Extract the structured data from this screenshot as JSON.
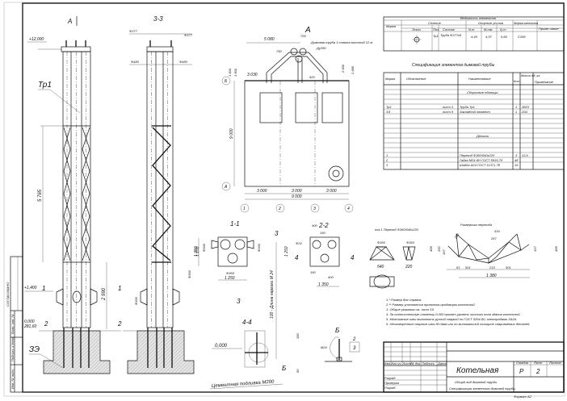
{
  "tower_a": {
    "view_label": "А",
    "elev_top": "+12,000",
    "pipe_mark": "Тр1",
    "dim_truss": "5 765",
    "dim_lower": "2 990",
    "elev_mid": "+1,400",
    "elev_zero": "0,000",
    "elev_abs": "281,60",
    "embed_mark": "ЗЭ",
    "sec1": "1",
    "sec2": "2"
  },
  "tower_33": {
    "view_label": "3-3",
    "d_top_l": "Ф377",
    "d_top_r": "Ф377",
    "d_out_l": "Ф480",
    "d_out_r": "Ф480",
    "d_mid_l": "Ф360",
    "d_mid_r": "Ф360",
    "dim_1250": "1 250"
  },
  "plan": {
    "view_label": "А",
    "dim_5080": "5 080",
    "dim_700": "700",
    "caption": "Дымовая труба 3 ствола высотой 12 м",
    "du": "Ду350",
    "dim_1600": "1 600",
    "dim_1500": "1 500",
    "dim_3030": "3 030",
    "dim_920": "920",
    "dim_2000": "2 000",
    "dim_2680": "2 680",
    "dim_9000v": "9 000",
    "dim_bays": [
      "3 000",
      "3 000",
      "3 000"
    ],
    "dim_9000h": "9 000",
    "axes": [
      "1",
      "2",
      "3",
      "4"
    ],
    "rows": [
      "А",
      "Б"
    ],
    "r_label": "750"
  },
  "section_11": {
    "title": "1-1",
    "d1": "Ф360",
    "d2": "Ф360",
    "d3": "Ф360",
    "w": "1 250",
    "h": "1 250",
    "cut": "3"
  },
  "section_22": {
    "title": "2-2",
    "dim_400": "400",
    "dim_150": "150",
    "bolt": "Ф24",
    "h": "1 250",
    "cut": "4",
    "dim_150b": "150",
    "dim_400b": "400",
    "w": "1 350"
  },
  "section_44": {
    "title": "4-4",
    "elev": "0,000",
    "thread": "100 - Длина нарезки М 24",
    "dim_150": "150",
    "dim_50": "50",
    "detail": "Б",
    "grout": "Цементная подливка М200"
  },
  "detail_b": {
    "title": "Б",
    "bolt": "М24",
    "pos_top": "2",
    "pos_bottom": "3"
  },
  "transition": {
    "title": "поз.1 Переход Ф360/540х220",
    "d1": "Ф360",
    "d2": "Ф360",
    "w1": "540",
    "w2": "220"
  },
  "unfold": {
    "title": "Развертка перехода",
    "top": "516",
    "inner": "267",
    "h_left": "458",
    "h_right": "458",
    "h_mid": "337",
    "a": "252",
    "b": "197",
    "c": "286",
    "dims": [
      "81",
      "501",
      "215",
      "501"
    ],
    "total": "1 380"
  },
  "vedomost": {
    "title": "Ведомость элементов",
    "headers": {
      "mark": "Марка",
      "section": "Сечение",
      "sketch": "Эскиз",
      "pos": "Поз.",
      "comp": "Состав",
      "forces": "Опорные усилия",
      "n": "N,т",
      "m": "M,тм",
      "q": "Q,т",
      "steel": "Марка металла",
      "note": "Приме-чание"
    },
    "row": {
      "pos": "Тр1",
      "comp": "Труба Ф377х8",
      "n": "4,45",
      "m": "4,57",
      "q": "0,65",
      "steel": "С285"
    }
  },
  "spec": {
    "title": "Спецификация элементов дымовой трубы",
    "headers": [
      "Марка",
      "Обозначение",
      "Наименование",
      "Кол.",
      "Масса ед.,кг",
      "Примечание"
    ],
    "group1": "Сборочные единицы",
    "rows1": [
      {
        "mark": "Тр1",
        "doc": "лист 3",
        "name": "Труба Тр1",
        "qty": "1",
        "mass": "3823"
      },
      {
        "mark": "ЗЭ",
        "doc": "лист 9",
        "name": "Закладной элемент",
        "qty": "1",
        "mass": "204"
      }
    ],
    "group2": "Детали",
    "rows2": [
      {
        "mark": "1",
        "doc": "",
        "name": "Переход Ф360/540х220",
        "qty": "3",
        "mass": "12,6"
      },
      {
        "mark": "2",
        "doc": "",
        "name": "Гайка М24-6Н ГОСТ 5915-70",
        "qty": "48",
        "mass": ""
      },
      {
        "mark": "3",
        "doc": "",
        "name": "Шайба А24 ГОСТ 11371-78",
        "qty": "16",
        "mass": ""
      }
    ]
  },
  "notes": [
    "1.* Размер для справок.",
    "2.** Размер уточняется проектом-продавцом котельной.",
    "3. Общие указания см. лист 15.",
    "4. За относительную отметку 0,000 принят уровень чистого пола здания котельной.",
    "5. Монтажные швы выполнять ручной сваркой по ГОСТ 5264-80, электродами Э42А.",
    "6. Неоговоренные сварные швы Кf=6мм или по минимальной толщине свариваемых деталей."
  ],
  "title_block": {
    "cols": [
      "Изм.",
      "Кол.уч.",
      "Лист",
      "№ док.",
      "Подпись",
      "Дата"
    ],
    "roles": [
      "Разраб.",
      "Проверил",
      "Разраб."
    ],
    "project": "Котельная",
    "stage_label": "Стадия",
    "sheet_label": "Лист",
    "sheets_label": "Листов",
    "stage": "Р",
    "sheet": "2",
    "name1": "Общий вид дымовой трубы",
    "name2": "Спецификация элементов дымовой трубы",
    "format": "Формат А2"
  },
  "side_stamp": {
    "agreed": "СОГЛАСОВАНО",
    "inv": "Инв. № подл.",
    "sign": "Подпись и дата",
    "vz": "Взам. инв. №"
  }
}
